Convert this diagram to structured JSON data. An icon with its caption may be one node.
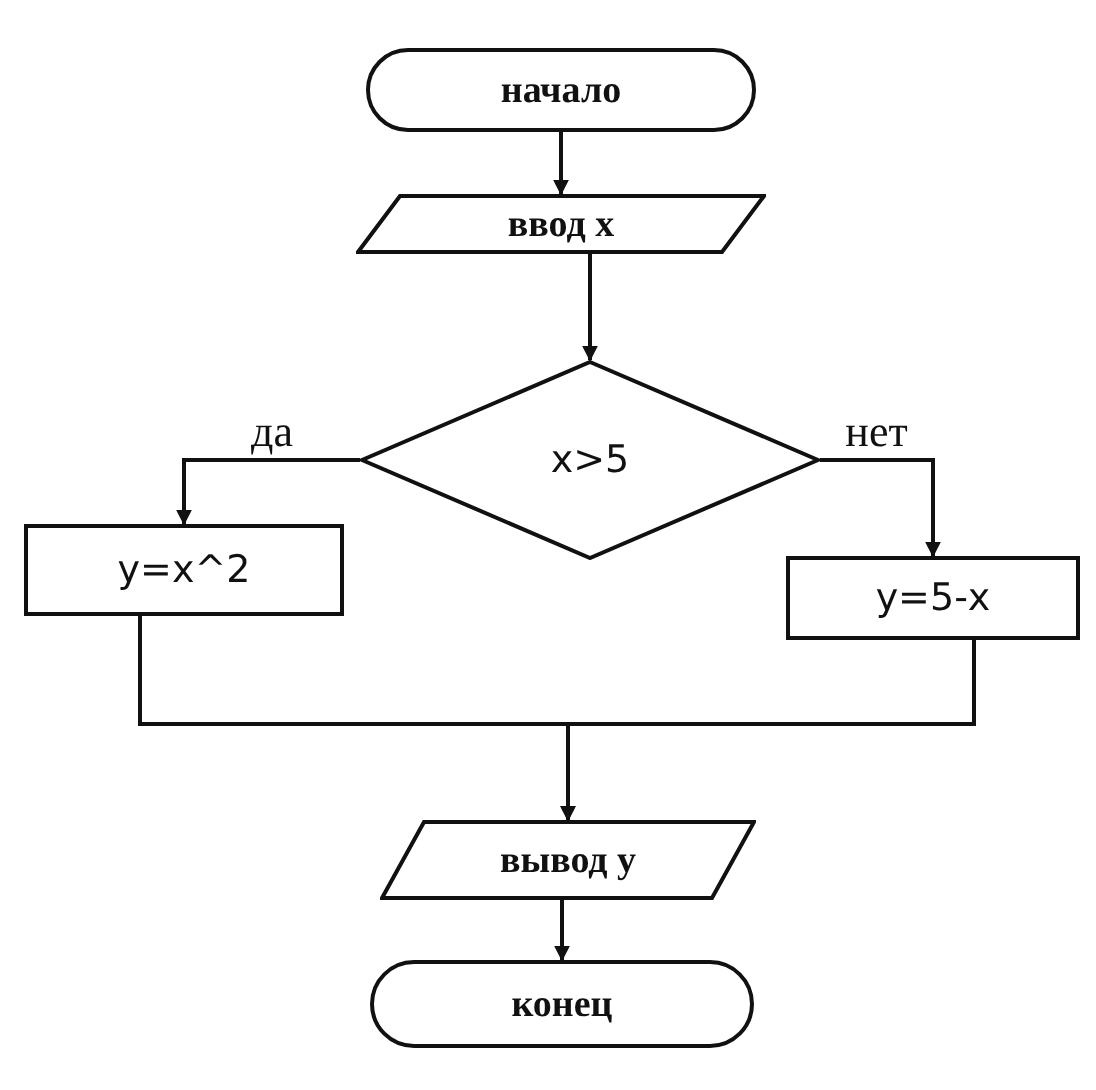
{
  "diagram": {
    "nodes": [
      {
        "text": [
          "начало"
        ]
      },
      {
        "text": [
          "ввод x"
        ]
      },
      {
        "text": [
          "x>5"
        ]
      },
      {
        "text": [
          "y=x^2"
        ]
      },
      {
        "text": [
          "y=5-x"
        ]
      },
      {
        "text": [
          "вывод y"
        ]
      },
      {
        "text": [
          "конец"
        ]
      }
    ],
    "edges": [
      {
        "from": 0,
        "to": 1,
        "arrow": "to"
      },
      {
        "from": 1,
        "to": 2,
        "arrow": "to"
      },
      {
        "from": 2,
        "to": 3,
        "arrow": "to",
        "label": "да"
      },
      {
        "from": 2,
        "to": 4,
        "arrow": "to",
        "label": "нет"
      },
      {
        "from": 3,
        "to": 5,
        "arrow": "to"
      },
      {
        "from": 4,
        "to": 5,
        "arrow": "to"
      },
      {
        "from": 5,
        "to": 6,
        "arrow": "to"
      }
    ]
  }
}
